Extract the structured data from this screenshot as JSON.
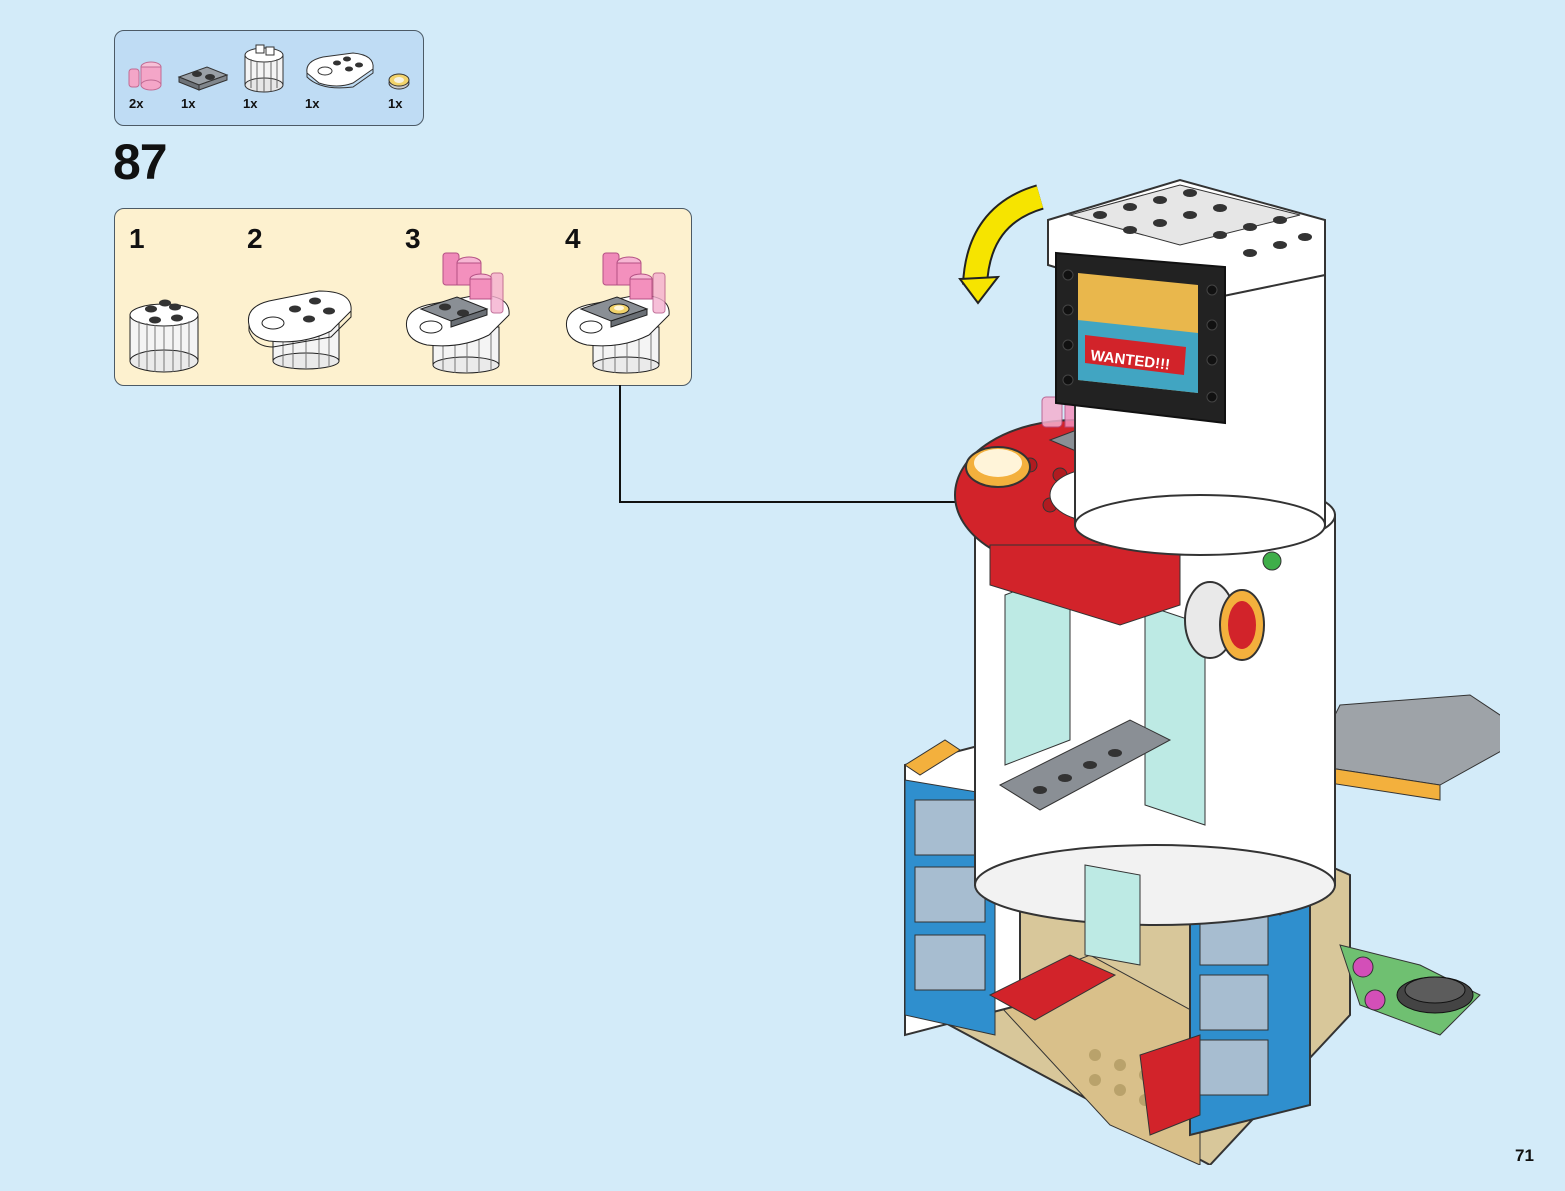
{
  "parts_list": {
    "items": [
      {
        "part": "transparent-pink-cup-clip",
        "qty": "2x"
      },
      {
        "part": "grey-plate-1x2",
        "qty": "1x"
      },
      {
        "part": "white-round-brick-2x2",
        "qty": "1x"
      },
      {
        "part": "white-rounded-plate",
        "qty": "1x"
      },
      {
        "part": "printed-round-tile",
        "qty": "1x"
      }
    ]
  },
  "step": {
    "number": "87"
  },
  "substeps": [
    {
      "label": "1"
    },
    {
      "label": "2"
    },
    {
      "label": "3"
    },
    {
      "label": "4"
    }
  ],
  "model": {
    "sign_text": "WANTED!!!"
  },
  "page": {
    "number": "71"
  },
  "colors": {
    "background": "#d3ebf9",
    "parts_box": "#bfdcf4",
    "substep_box": "#fdf1cf",
    "rotate_arrow": "#f6e400",
    "red": "#d2232a",
    "azure": "#2f8fce"
  }
}
